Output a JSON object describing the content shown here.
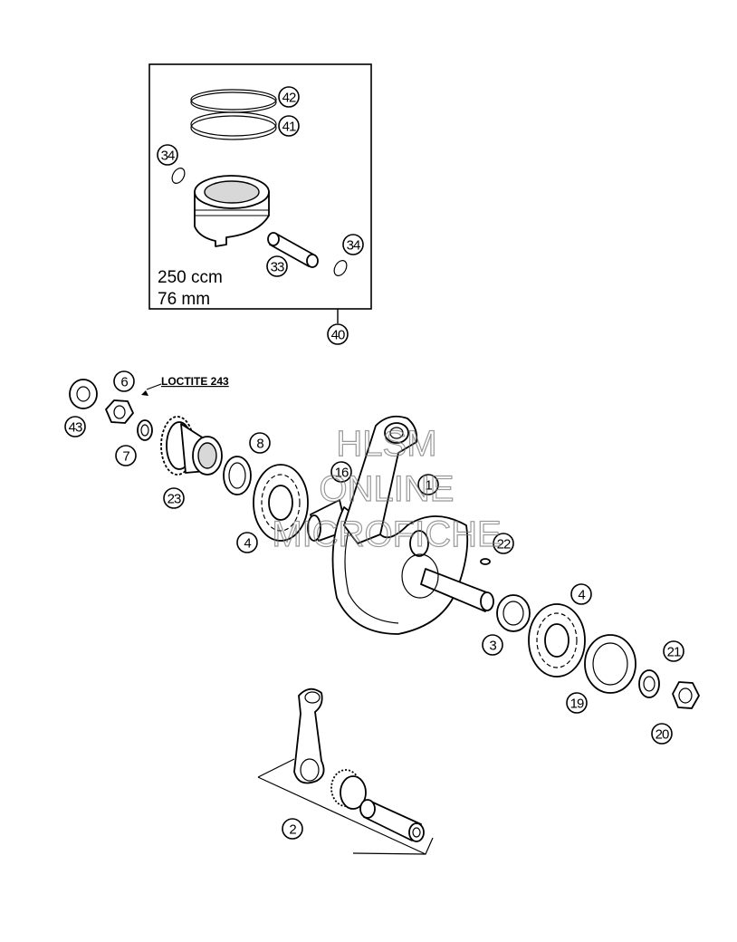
{
  "piston_box": {
    "displacement": "250 ccm",
    "bore": "76 mm",
    "kit_callout": "40"
  },
  "annotations": {
    "loctite": "LOCTITE 243"
  },
  "callouts": {
    "c42": "42",
    "c41": "41",
    "c34a": "34",
    "c34b": "34",
    "c33": "33",
    "c40": "40",
    "c6": "6",
    "c43": "43",
    "c7": "7",
    "c8": "8",
    "c23": "23",
    "c4a": "4",
    "c16": "16",
    "c1": "1",
    "c22": "22",
    "c4b": "4",
    "c3": "3",
    "c21": "21",
    "c19": "19",
    "c20": "20",
    "c2": "2"
  },
  "watermark": {
    "line1": "HLSM",
    "line2": "ONLINE",
    "line3": "MICROFICHE"
  }
}
